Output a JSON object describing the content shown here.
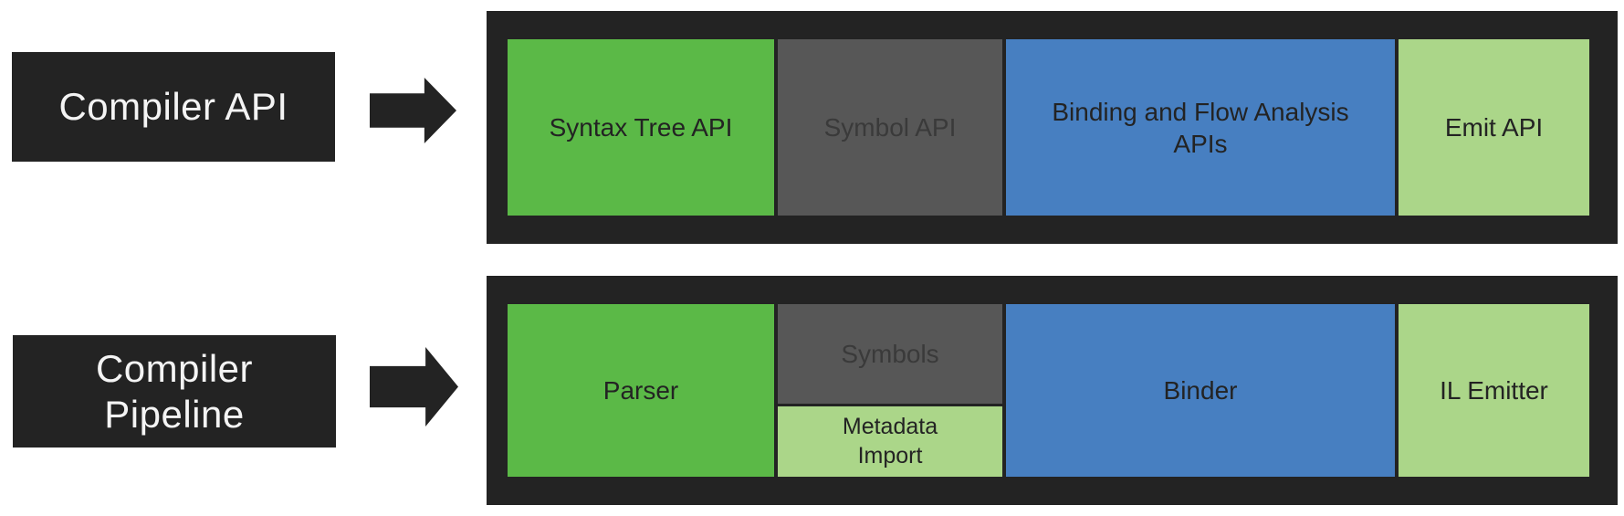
{
  "diagram_title": "Roslyn compiler architecture diagram",
  "colors": {
    "frame_dark": "#232323",
    "green": "#5BB947",
    "gray": "#575757",
    "blue": "#477FC1",
    "light_green": "#ABD689",
    "label_text": "#f4f4f4",
    "box_text": "#232323",
    "gray_box_text": "#3a3a3a"
  },
  "icons": [
    {
      "name": "arrow-right-icon",
      "meaning": "maps label to bar"
    },
    {
      "name": "arrow-right-icon",
      "meaning": "maps label to bar"
    }
  ],
  "rows": [
    {
      "label": "Compiler API",
      "boxes": [
        {
          "text": "Syntax Tree API",
          "color": "#5BB947"
        },
        {
          "text": "Symbol API",
          "color": "#575757"
        },
        {
          "text": "Binding and Flow Analysis APIs",
          "color": "#477FC1"
        },
        {
          "text": "Emit API",
          "color": "#ABD689"
        }
      ]
    },
    {
      "label": "Compiler Pipeline",
      "boxes": [
        {
          "text": "Parser",
          "color": "#5BB947"
        },
        {
          "stack": [
            {
              "text": "Symbols",
              "color": "#575757"
            },
            {
              "text": "Metadata Import",
              "color": "#ABD689"
            }
          ]
        },
        {
          "text": "Binder",
          "color": "#477FC1"
        },
        {
          "text": "IL Emitter",
          "color": "#ABD689"
        }
      ]
    }
  ]
}
